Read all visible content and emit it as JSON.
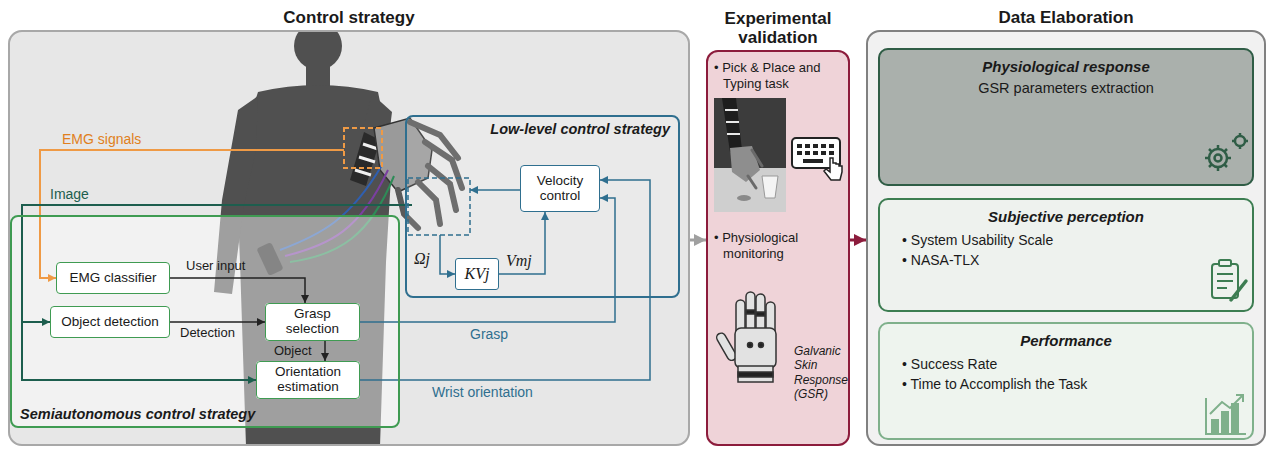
{
  "diagram": {
    "nodes": [
      {
        "text": [
          "Control strategy"
        ]
      },
      {
        "text": [
          "Low-level control strategy"
        ],
        "in": 0
      },
      {
        "text": [
          "Velocity control"
        ],
        "in": 1
      },
      {
        "text": [
          "KVj"
        ],
        "in": 1
      },
      {
        "text": [
          "Semiautonomous control strategy"
        ],
        "in": 0
      },
      {
        "text": [
          "EMG classifier"
        ],
        "in": 4
      },
      {
        "text": [
          "Object detection"
        ],
        "in": 4
      },
      {
        "text": [
          "Grasp selection"
        ],
        "in": 4
      },
      {
        "text": [
          "Orientation estimation"
        ],
        "in": 4
      },
      {
        "text": [
          "Experimental validation",
          "• Pick & Place and Typing task",
          "• Physiological monitoring",
          "Galvanic Skin Response (GSR)"
        ]
      },
      {
        "text": [
          "Data Elaboration"
        ]
      },
      {
        "text": [
          "Physiological response",
          "GSR parameters extraction"
        ],
        "in": 10
      },
      {
        "text": [
          "Subjective perception",
          "• System Usability Scale",
          "• NASA-TLX"
        ],
        "in": 10
      },
      {
        "text": [
          "Performance",
          "• Success Rate",
          "• Time to Accomplish the Task"
        ],
        "in": 10
      }
    ],
    "edges": [
      {
        "from": 5,
        "to": 7,
        "label": "User input",
        "arrow": "to"
      },
      {
        "from": 6,
        "to": 7,
        "label": "Detection",
        "arrow": "to"
      },
      {
        "from": 7,
        "to": 8,
        "label": "Object",
        "arrow": "to"
      },
      {
        "from": 7,
        "to": 2,
        "label": "Grasp",
        "arrow": "to"
      },
      {
        "from": 8,
        "to": 2,
        "label": "Wrist orientation",
        "arrow": "to"
      },
      {
        "from": 3,
        "to": 2,
        "label": "Vmj",
        "arrow": "to"
      },
      {
        "from": 0,
        "to": 9,
        "arrow": "to"
      },
      {
        "from": 9,
        "to": 10,
        "arrow": "to"
      }
    ],
    "labels": [
      "EMG signals",
      "Image",
      "Ωj"
    ]
  }
}
